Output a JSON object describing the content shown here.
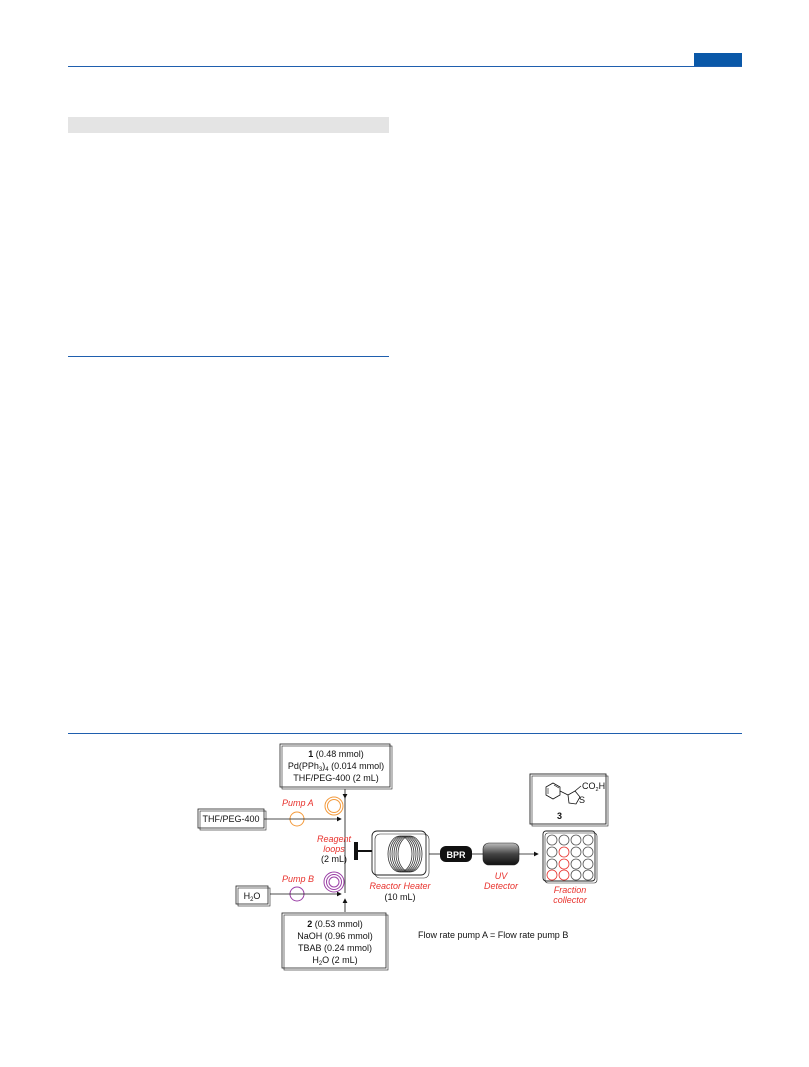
{
  "scheme": {
    "box_top": {
      "line1_bold": "1",
      "line1_rest": " (0.48 mmol)",
      "line2_a": "Pd(PPh",
      "line2_sub1": "3",
      "line2_b": ")",
      "line2_sub2": "4",
      "line2_c": " (0.014 mmol)",
      "line3": "THF/PEG-400 (2 mL)"
    },
    "box_bottom": {
      "line1_bold": "2",
      "line1_rest": " (0.53 mmol)",
      "line2": "NaOH (0.96 mmol)",
      "line3": "TBAB (0.24 mmol)",
      "line4_a": "H",
      "line4_sub": "2",
      "line4_b": "O (2 mL)"
    },
    "solvent_a": "THF/PEG-400",
    "solvent_b_a": "H",
    "solvent_b_sub": "2",
    "solvent_b_b": "O",
    "pump_a": "Pump A",
    "pump_b": "Pump B",
    "reagent_loops_1": "Reagent",
    "reagent_loops_2": "loops",
    "reagent_loops_3": "(2 mL)",
    "reactor_1": "Reactor Heater",
    "reactor_2": "(10 mL)",
    "bpr": "BPR",
    "uv_1": "UV",
    "uv_2": "Detector",
    "fraction_1": "Fraction",
    "fraction_2": "collector",
    "product_number": "3",
    "product_group_a": "CO",
    "product_group_sub": "2",
    "product_group_b": "H",
    "product_hetero": "S",
    "flow_note": "Flow rate pump A = Flow rate pump B",
    "colors": {
      "accent": "#e8322d",
      "pump_a": "#f39a3c",
      "pump_b": "#9b3fa6",
      "rule": "#1f5fae"
    }
  }
}
